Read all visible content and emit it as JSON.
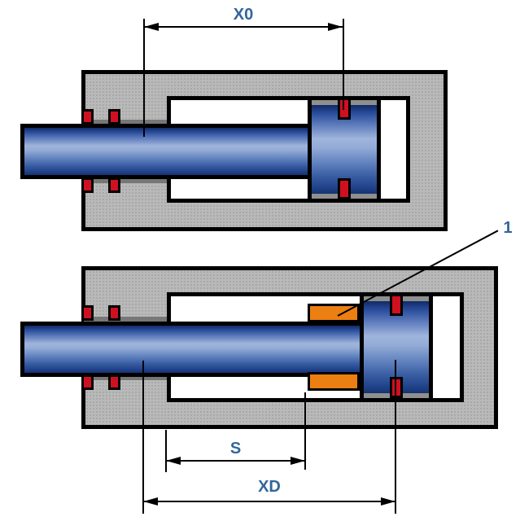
{
  "dimensions": {
    "x0": {
      "label": "X0"
    },
    "s": {
      "label": "S"
    },
    "xd": {
      "label": "XD"
    }
  },
  "callout": {
    "label": "1"
  },
  "colors": {
    "body_gray": "#b9b9b9",
    "outline_black": "#000000",
    "seal_red": "#cf1021",
    "cushion_orange": "#ec7f12",
    "bushing_gray": "#777777",
    "band_gray": "#8f8f8f",
    "rod_blue_dark": "#16336f",
    "rod_blue_light": "#9fb5dc",
    "label_blue": "#336699",
    "background": "#ffffff"
  }
}
